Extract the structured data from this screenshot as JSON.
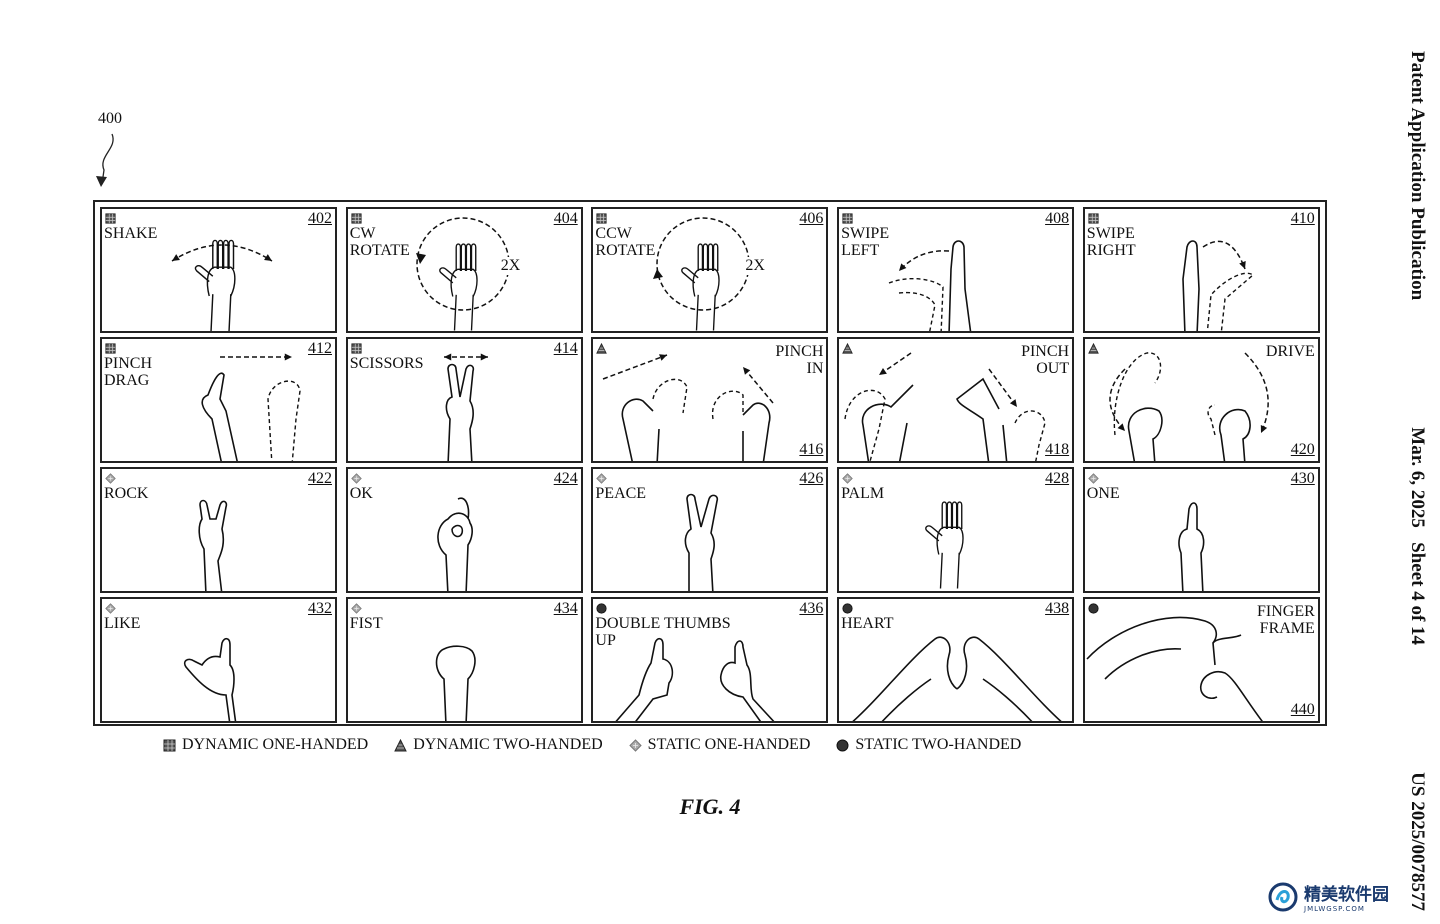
{
  "figure": {
    "ref_number": "400",
    "caption": "FIG. 4"
  },
  "header": {
    "publication": "Patent Application Publication",
    "date": "Mar. 6, 2025",
    "sheet": "Sheet 4 of 14",
    "number": "US 2025/0078577"
  },
  "watermark": {
    "name": "精美软件园",
    "url": "JMLWGSP.COM"
  },
  "legend": [
    {
      "symbol": "dynamic-one",
      "label": "DYNAMIC ONE-HANDED"
    },
    {
      "symbol": "dynamic-two",
      "label": "DYNAMIC TWO-HANDED"
    },
    {
      "symbol": "static-one",
      "label": "STATIC ONE-HANDED"
    },
    {
      "symbol": "static-two",
      "label": "STATIC TWO-HANDED"
    }
  ],
  "gestures": [
    {
      "num": "402",
      "label": "SHAKE",
      "category": "dynamic-one",
      "motion": "",
      "art": "shake"
    },
    {
      "num": "404",
      "label": "CW\nROTATE",
      "category": "dynamic-one",
      "motion": "2X",
      "art": "cw"
    },
    {
      "num": "406",
      "label": "CCW\nROTATE",
      "category": "dynamic-one",
      "motion": "2X",
      "art": "ccw"
    },
    {
      "num": "408",
      "label": "SWIPE\nLEFT",
      "category": "dynamic-one",
      "motion": "",
      "art": "swipeleft"
    },
    {
      "num": "410",
      "label": "SWIPE\nRIGHT",
      "category": "dynamic-one",
      "motion": "",
      "art": "swiperight"
    },
    {
      "num": "412",
      "label": "PINCH\nDRAG",
      "category": "dynamic-one",
      "motion": "",
      "art": "pinchdrag"
    },
    {
      "num": "414",
      "label": "SCISSORS",
      "category": "dynamic-one",
      "motion": "",
      "art": "scissors"
    },
    {
      "num": "416",
      "label": "PINCH\nIN",
      "category": "dynamic-two",
      "motion": "",
      "art": "pinchin"
    },
    {
      "num": "418",
      "label": "PINCH\nOUT",
      "category": "dynamic-two",
      "motion": "",
      "art": "pinchout"
    },
    {
      "num": "420",
      "label": "DRIVE",
      "category": "dynamic-two",
      "motion": "",
      "art": "drive"
    },
    {
      "num": "422",
      "label": "ROCK",
      "category": "static-one",
      "motion": "",
      "art": "rock"
    },
    {
      "num": "424",
      "label": "OK",
      "category": "static-one",
      "motion": "",
      "art": "ok"
    },
    {
      "num": "426",
      "label": "PEACE",
      "category": "static-one",
      "motion": "",
      "art": "peace"
    },
    {
      "num": "428",
      "label": "PALM",
      "category": "static-one",
      "motion": "",
      "art": "palm"
    },
    {
      "num": "430",
      "label": "ONE",
      "category": "static-one",
      "motion": "",
      "art": "one"
    },
    {
      "num": "432",
      "label": "LIKE",
      "category": "static-one",
      "motion": "",
      "art": "like"
    },
    {
      "num": "434",
      "label": "FIST",
      "category": "static-one",
      "motion": "",
      "art": "fist"
    },
    {
      "num": "436",
      "label": "DOUBLE THUMBS\nUP",
      "category": "static-two",
      "motion": "",
      "art": "thumbs"
    },
    {
      "num": "438",
      "label": "HEART",
      "category": "static-two",
      "motion": "",
      "art": "heart"
    },
    {
      "num": "440",
      "label": "FINGER\nFRAME",
      "category": "static-two",
      "motion": "",
      "art": "frame"
    }
  ]
}
